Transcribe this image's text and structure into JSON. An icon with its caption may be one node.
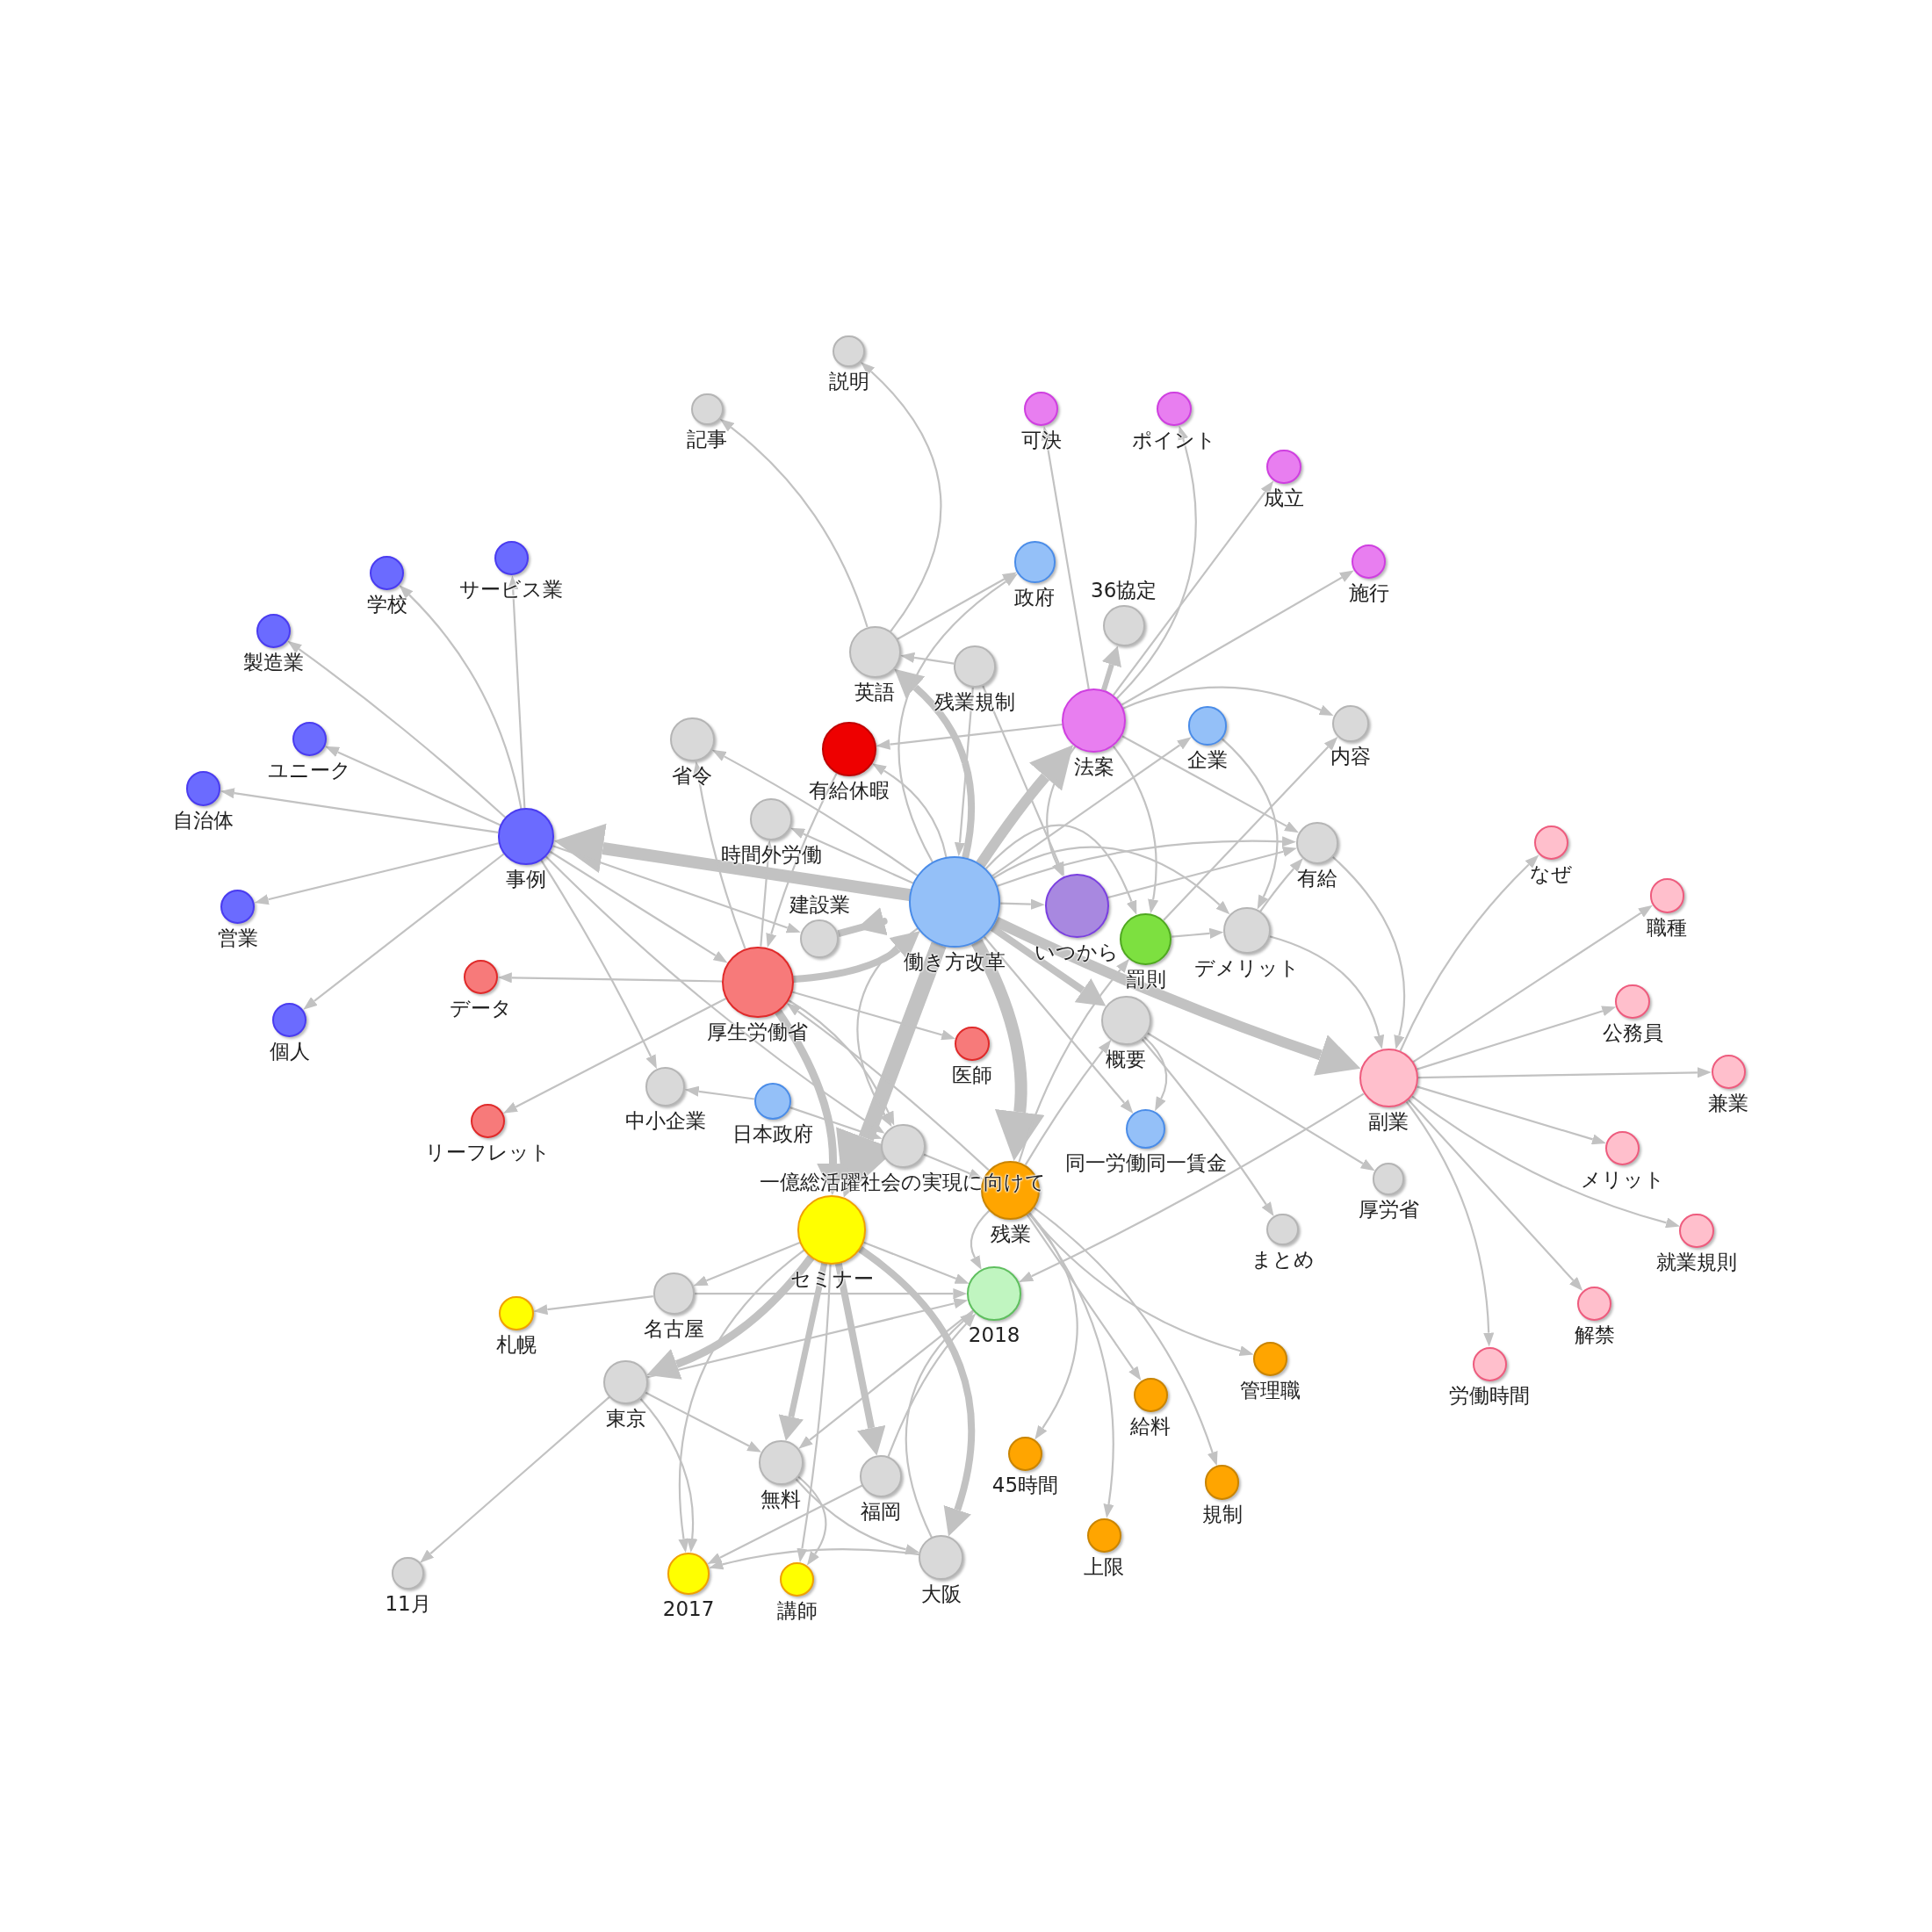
{
  "diagram": {
    "nodes": [
      {
        "text": [
          "説明"
        ]
      },
      {
        "text": [
          "記事"
        ]
      },
      {
        "text": [
          "可決"
        ]
      },
      {
        "text": [
          "ポイント"
        ]
      },
      {
        "text": [
          "成立"
        ]
      },
      {
        "text": [
          "サービス業"
        ]
      },
      {
        "text": [
          "政府"
        ]
      },
      {
        "text": [
          "施行"
        ]
      },
      {
        "text": [
          "学校"
        ]
      },
      {
        "text": [
          "製造業"
        ]
      },
      {
        "text": [
          "36協定"
        ]
      },
      {
        "text": [
          "英語"
        ]
      },
      {
        "text": [
          "残業規制"
        ]
      },
      {
        "text": [
          "法案"
        ]
      },
      {
        "text": [
          "内容"
        ]
      },
      {
        "text": [
          "企業"
        ]
      },
      {
        "text": [
          "省令"
        ]
      },
      {
        "text": [
          "ユニーク"
        ]
      },
      {
        "text": [
          "有給休暇"
        ]
      },
      {
        "text": [
          "自治体"
        ]
      },
      {
        "text": [
          "時間外労働"
        ]
      },
      {
        "text": [
          "事例"
        ]
      },
      {
        "text": [
          "なぜ"
        ]
      },
      {
        "text": [
          "有給"
        ]
      },
      {
        "text": [
          "職種"
        ]
      },
      {
        "text": [
          "働き方改革"
        ]
      },
      {
        "text": [
          "いつから"
        ]
      },
      {
        "text": [
          "営業"
        ]
      },
      {
        "text": [
          "デメリット"
        ]
      },
      {
        "text": [
          "罰則"
        ]
      },
      {
        "text": [
          "建設業"
        ]
      },
      {
        "text": [
          "データ"
        ]
      },
      {
        "text": [
          "厚生労働省"
        ]
      },
      {
        "text": [
          "公務員"
        ]
      },
      {
        "text": [
          "概要"
        ]
      },
      {
        "text": [
          "個人"
        ]
      },
      {
        "text": [
          "医師"
        ]
      },
      {
        "text": [
          "兼業"
        ]
      },
      {
        "text": [
          "副業"
        ]
      },
      {
        "text": [
          "中小企業"
        ]
      },
      {
        "text": [
          "日本政府"
        ]
      },
      {
        "text": [
          "リーフレット"
        ]
      },
      {
        "text": [
          "同一労働同一賃金"
        ]
      },
      {
        "text": [
          "一億総活躍社会の実現に向けて"
        ]
      },
      {
        "text": [
          "メリット"
        ]
      },
      {
        "text": [
          "厚労省"
        ]
      },
      {
        "text": [
          "残業"
        ]
      },
      {
        "text": [
          "セミナー"
        ]
      },
      {
        "text": [
          "まとめ"
        ]
      },
      {
        "text": [
          "就業規則"
        ]
      },
      {
        "text": [
          "名古屋"
        ]
      },
      {
        "text": [
          "2018"
        ]
      },
      {
        "text": [
          "解禁"
        ]
      },
      {
        "text": [
          "札幌"
        ]
      },
      {
        "text": [
          "管理職"
        ]
      },
      {
        "text": [
          "労働時間"
        ]
      },
      {
        "text": [
          "東京"
        ]
      },
      {
        "text": [
          "給料"
        ]
      },
      {
        "text": [
          "45時間"
        ]
      },
      {
        "text": [
          "無料"
        ]
      },
      {
        "text": [
          "福岡"
        ]
      },
      {
        "text": [
          "規制"
        ]
      },
      {
        "text": [
          "上限"
        ]
      },
      {
        "text": [
          "大阪"
        ]
      },
      {
        "text": [
          "11月"
        ]
      },
      {
        "text": [
          "2017"
        ]
      },
      {
        "text": [
          "講師"
        ]
      }
    ],
    "edges": [
      {
        "from": 25,
        "to": 21,
        "arrow": "to",
        "style": "thick"
      },
      {
        "from": 25,
        "to": 13,
        "arrow": "to",
        "style": "thick"
      },
      {
        "from": 25,
        "to": 47,
        "arrow": "to",
        "style": "thick"
      },
      {
        "from": 25,
        "to": 46,
        "arrow": "to",
        "style": "thick"
      },
      {
        "from": 25,
        "to": 38,
        "arrow": "to",
        "style": "thick"
      },
      {
        "from": 25,
        "to": 34,
        "arrow": "to",
        "style": "thick"
      },
      {
        "from": 25,
        "to": 11,
        "arrow": "to",
        "style": "thick"
      },
      {
        "from": 25,
        "to": 16,
        "arrow": "to"
      },
      {
        "from": 25,
        "to": 20,
        "arrow": "to"
      },
      {
        "from": 25,
        "to": 26,
        "arrow": "to"
      },
      {
        "from": 25,
        "to": 29,
        "arrow": "to"
      },
      {
        "from": 25,
        "to": 28,
        "arrow": "to"
      },
      {
        "from": 25,
        "to": 23,
        "arrow": "to"
      },
      {
        "from": 25,
        "to": 15,
        "arrow": "to"
      },
      {
        "from": 25,
        "to": 18,
        "arrow": "to"
      },
      {
        "from": 25,
        "to": 6,
        "arrow": "to"
      },
      {
        "from": 25,
        "to": 43,
        "arrow": "to"
      },
      {
        "from": 25,
        "to": 42,
        "arrow": "to"
      },
      {
        "from": 12,
        "to": 25,
        "arrow": "to"
      },
      {
        "from": 32,
        "to": 25,
        "arrow": "to",
        "style": "thick"
      },
      {
        "from": 30,
        "to": 25,
        "arrow": "to",
        "style": "thick"
      },
      {
        "from": 21,
        "to": 5,
        "arrow": "to"
      },
      {
        "from": 21,
        "to": 8,
        "arrow": "to"
      },
      {
        "from": 21,
        "to": 9,
        "arrow": "to"
      },
      {
        "from": 21,
        "to": 17,
        "arrow": "to"
      },
      {
        "from": 21,
        "to": 19,
        "arrow": "to"
      },
      {
        "from": 21,
        "to": 27,
        "arrow": "to"
      },
      {
        "from": 21,
        "to": 35,
        "arrow": "to"
      },
      {
        "from": 21,
        "to": 32,
        "arrow": "to"
      },
      {
        "from": 21,
        "to": 30,
        "arrow": "to"
      },
      {
        "from": 21,
        "to": 39,
        "arrow": "to"
      },
      {
        "from": 21,
        "to": 43,
        "arrow": "to"
      },
      {
        "from": 32,
        "to": 31,
        "arrow": "to"
      },
      {
        "from": 32,
        "to": 41,
        "arrow": "to"
      },
      {
        "from": 32,
        "to": 36,
        "arrow": "to"
      },
      {
        "from": 32,
        "to": 16,
        "arrow": "to"
      },
      {
        "from": 32,
        "to": 20,
        "arrow": "to"
      },
      {
        "from": 32,
        "to": 43,
        "arrow": "to"
      },
      {
        "from": 32,
        "to": 47,
        "arrow": "to",
        "style": "thick"
      },
      {
        "from": 13,
        "to": 2,
        "arrow": "to"
      },
      {
        "from": 13,
        "to": 3,
        "arrow": "to"
      },
      {
        "from": 13,
        "to": 4,
        "arrow": "to"
      },
      {
        "from": 13,
        "to": 7,
        "arrow": "to"
      },
      {
        "from": 13,
        "to": 10,
        "arrow": "to",
        "style": "thick"
      },
      {
        "from": 13,
        "to": 18,
        "arrow": "to"
      },
      {
        "from": 13,
        "to": 26,
        "arrow": "to"
      },
      {
        "from": 13,
        "to": 29,
        "arrow": "to"
      },
      {
        "from": 13,
        "to": 14,
        "arrow": "to"
      },
      {
        "from": 13,
        "to": 23,
        "arrow": "to"
      },
      {
        "from": 12,
        "to": 11,
        "arrow": "to"
      },
      {
        "from": 12,
        "to": 26,
        "arrow": "to"
      },
      {
        "from": 11,
        "to": 6,
        "arrow": "to"
      },
      {
        "from": 11,
        "to": 0,
        "arrow": "to"
      },
      {
        "from": 11,
        "to": 1,
        "arrow": "to"
      },
      {
        "from": 26,
        "to": 23,
        "arrow": "to"
      },
      {
        "from": 29,
        "to": 28,
        "arrow": "to"
      },
      {
        "from": 29,
        "to": 14,
        "arrow": "to"
      },
      {
        "from": 28,
        "to": 23,
        "arrow": "to"
      },
      {
        "from": 15,
        "to": 28,
        "arrow": "to"
      },
      {
        "from": 34,
        "to": 42,
        "arrow": "to"
      },
      {
        "from": 34,
        "to": 48,
        "arrow": "to"
      },
      {
        "from": 34,
        "to": 45,
        "arrow": "to"
      },
      {
        "from": 28,
        "to": 38,
        "arrow": "to"
      },
      {
        "from": 23,
        "to": 38,
        "arrow": "to"
      },
      {
        "from": 38,
        "to": 22,
        "arrow": "to"
      },
      {
        "from": 38,
        "to": 24,
        "arrow": "to"
      },
      {
        "from": 38,
        "to": 33,
        "arrow": "to"
      },
      {
        "from": 38,
        "to": 37,
        "arrow": "to"
      },
      {
        "from": 38,
        "to": 44,
        "arrow": "to"
      },
      {
        "from": 38,
        "to": 49,
        "arrow": "to"
      },
      {
        "from": 38,
        "to": 52,
        "arrow": "to"
      },
      {
        "from": 38,
        "to": 55,
        "arrow": "to"
      },
      {
        "from": 38,
        "to": 51,
        "arrow": "to"
      },
      {
        "from": 46,
        "to": 51,
        "arrow": "to"
      },
      {
        "from": 46,
        "to": 58,
        "arrow": "to"
      },
      {
        "from": 46,
        "to": 62,
        "arrow": "to"
      },
      {
        "from": 46,
        "to": 57,
        "arrow": "to"
      },
      {
        "from": 46,
        "to": 61,
        "arrow": "to"
      },
      {
        "from": 46,
        "to": 54,
        "arrow": "to"
      },
      {
        "from": 46,
        "to": 34,
        "arrow": "to"
      },
      {
        "from": 46,
        "to": 29,
        "arrow": "to"
      },
      {
        "from": 46,
        "to": 32,
        "arrow": "to"
      },
      {
        "from": 47,
        "to": 56,
        "arrow": "to",
        "style": "thick"
      },
      {
        "from": 47,
        "to": 59,
        "arrow": "to",
        "style": "thick"
      },
      {
        "from": 47,
        "to": 60,
        "arrow": "to",
        "style": "thick"
      },
      {
        "from": 47,
        "to": 63,
        "arrow": "to",
        "style": "thick"
      },
      {
        "from": 47,
        "to": 51,
        "arrow": "to"
      },
      {
        "from": 47,
        "to": 50,
        "arrow": "to"
      },
      {
        "from": 47,
        "to": 65,
        "arrow": "to"
      },
      {
        "from": 47,
        "to": 66,
        "arrow": "to"
      },
      {
        "from": 50,
        "to": 53,
        "arrow": "to"
      },
      {
        "from": 50,
        "to": 51,
        "arrow": "to"
      },
      {
        "from": 56,
        "to": 64,
        "arrow": "to"
      },
      {
        "from": 56,
        "to": 65,
        "arrow": "to"
      },
      {
        "from": 56,
        "to": 59,
        "arrow": "to"
      },
      {
        "from": 56,
        "to": 51,
        "arrow": "to"
      },
      {
        "from": 51,
        "to": 59,
        "arrow": "to"
      },
      {
        "from": 59,
        "to": 66,
        "arrow": "to"
      },
      {
        "from": 59,
        "to": 63,
        "arrow": "to"
      },
      {
        "from": 60,
        "to": 65,
        "arrow": "to"
      },
      {
        "from": 60,
        "to": 51,
        "arrow": "to"
      },
      {
        "from": 63,
        "to": 65,
        "arrow": "to"
      },
      {
        "from": 63,
        "to": 51,
        "arrow": "to"
      },
      {
        "from": 40,
        "to": 39,
        "arrow": "to"
      },
      {
        "from": 40,
        "to": 43,
        "arrow": "to"
      },
      {
        "from": 43,
        "to": 46,
        "arrow": "to"
      },
      {
        "from": 18,
        "to": 32,
        "arrow": "to"
      }
    ]
  }
}
